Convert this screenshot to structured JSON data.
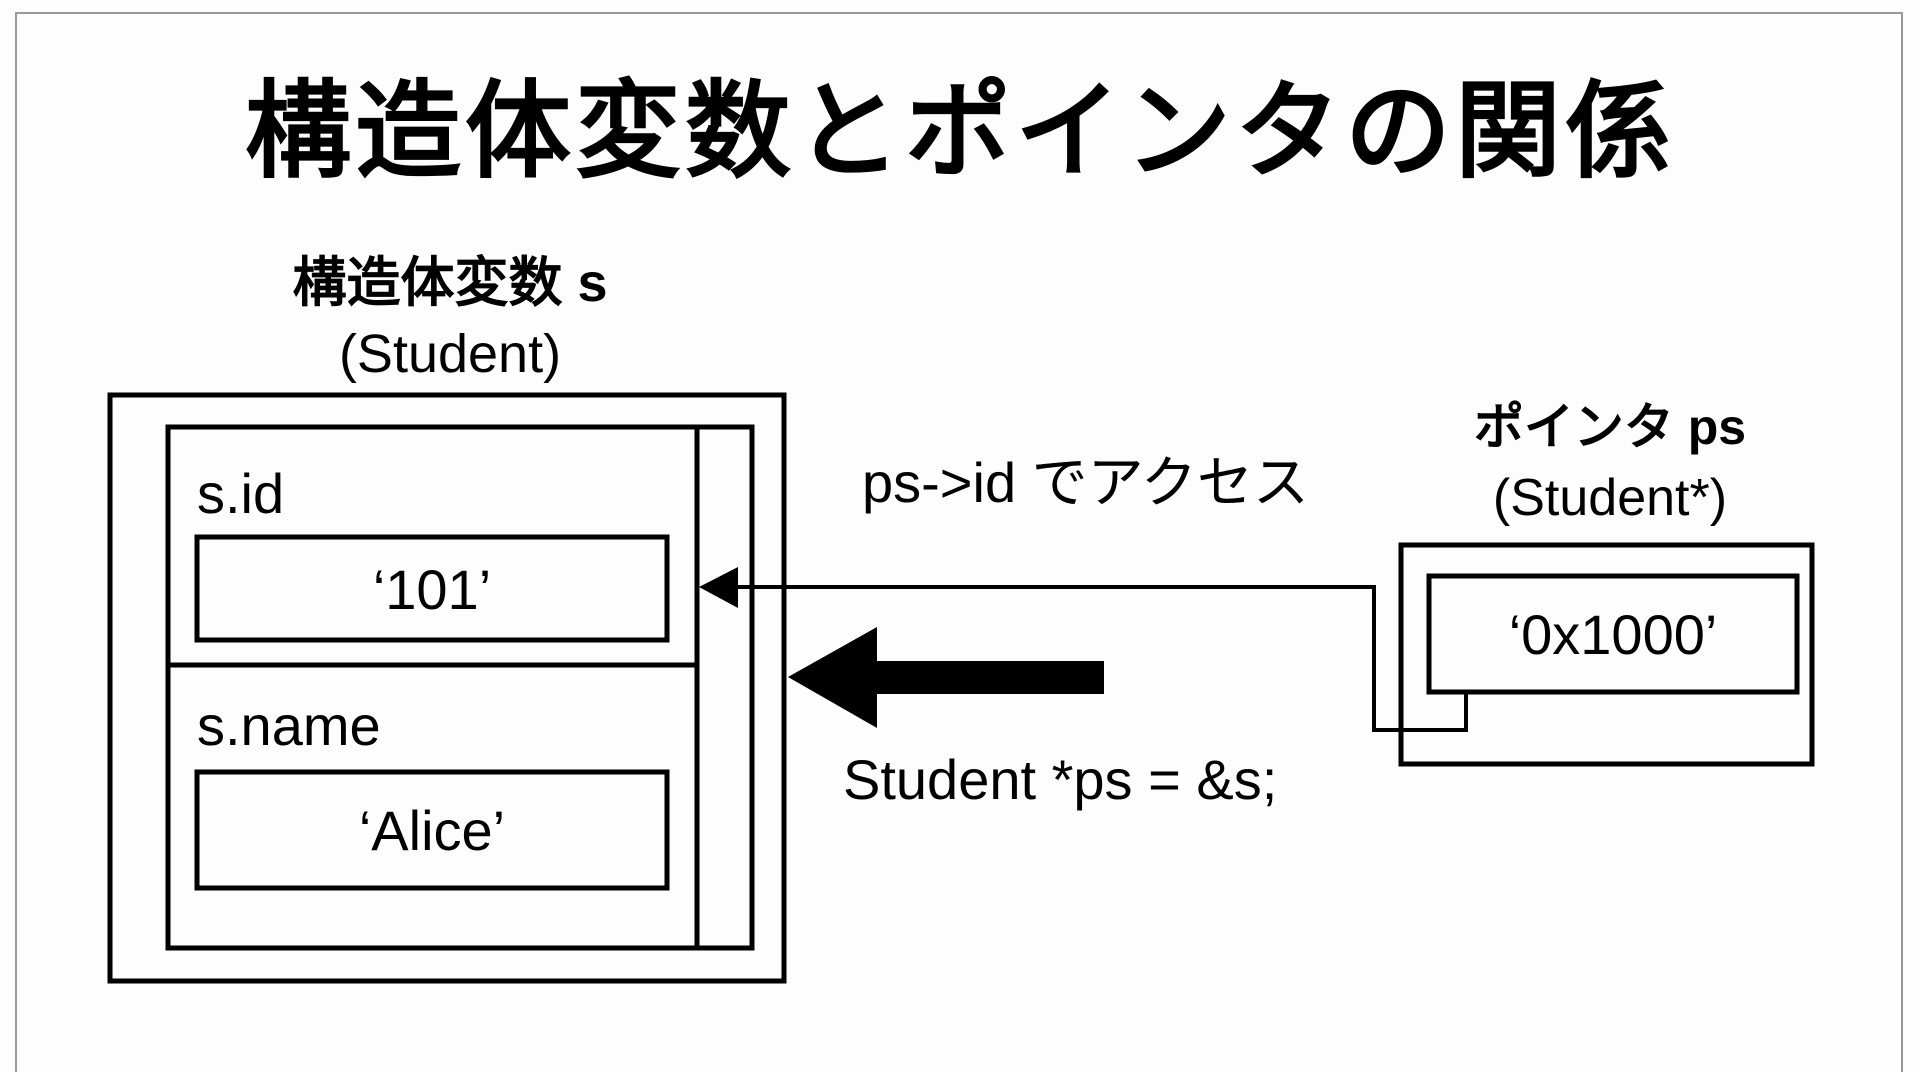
{
  "title": "構造体変数とポインタの関係",
  "struct_variable": {
    "heading": "構造体変数 s",
    "type_label": "(Student)",
    "fields": [
      {
        "label": "s.id",
        "value": "‘101’"
      },
      {
        "label": "s.name",
        "value": "‘Alice’"
      }
    ]
  },
  "pointer_variable": {
    "heading": "ポインタ ps",
    "type_label": "(Student*)",
    "value": "‘0x1000’"
  },
  "arrows": {
    "access_label": "ps->id でアクセス",
    "assign_label": "Student *ps = &s;"
  }
}
